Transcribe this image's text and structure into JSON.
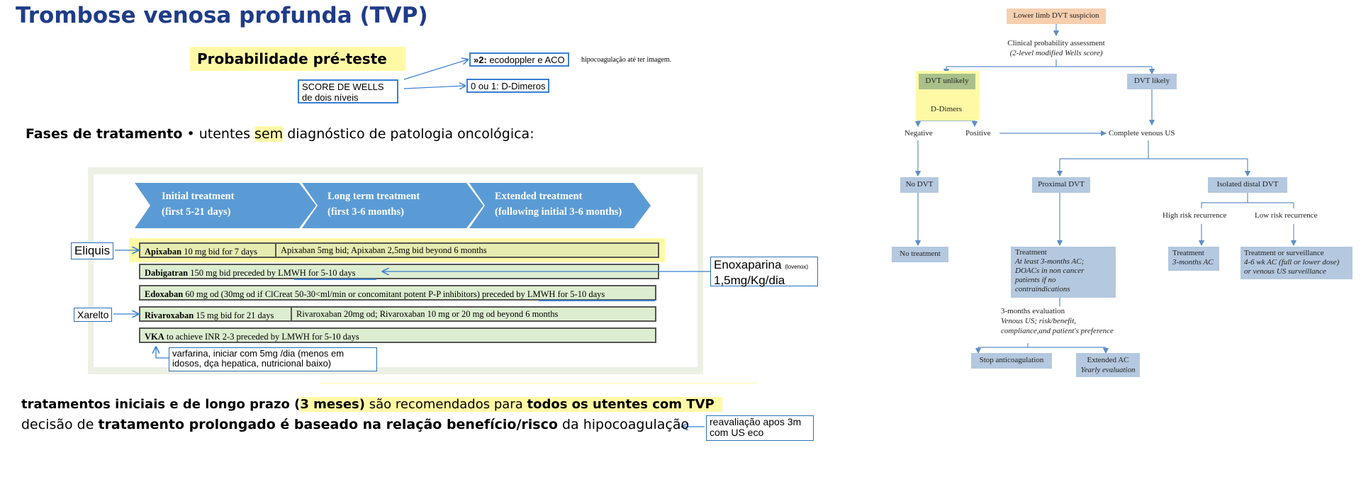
{
  "slide": {
    "title": "Trombose venosa profunda (TVP)",
    "pretest_label": "Probabilidade pré-teste",
    "score_box": "SCORE DE WELLS de dois níveis",
    "score_gt2_bold": "»2:",
    "score_gt2_rest": " ecodoppler e ACO",
    "score_gt2_note": "hipocoagulação até ter imagem.",
    "score_01": "0 ou 1: D-Dimeros",
    "fases_bold": "Fases de tratamento",
    "fases_bullet": " • ",
    "fases_pre": "utentes ",
    "fases_hl": "sem",
    "fases_post": " diagnóstico de patologia oncológica:"
  },
  "phases": [
    {
      "line1": "Initial treatment",
      "line2": "(first 5-21 days)"
    },
    {
      "line1": "Long term treatment",
      "line2": "(first 3-6 months)"
    },
    {
      "line1": "Extended treatment",
      "line2": "(following initial 3-6 months)"
    }
  ],
  "rows": {
    "apixaban_drug": "Apixaban",
    "apixaban_init": " 10 mg bid for 7 days",
    "apixaban_long": "Apixaban 5mg bid; Apixaban 2,5mg bid beyond 6 months",
    "dabi_drug": "Dabigatran",
    "dabi_text": " 150 mg bid preceded by LMWH for 5-10 days",
    "edox_drug": "Edoxaban",
    "edox_text": " 60 mg od (30mg od if ClCreat 50-30<ml/min or concomitant potent P-P inhibitors) preceded by LMWH for 5-10 days",
    "riva_drug": "Rivaroxaban",
    "riva_init": " 15 mg bid for 21 days",
    "riva_long": "Rivaroxaban 20mg od; Rivaroxaban 10 mg  or 20 mg od beyond 6 months",
    "vka_drug": "VKA",
    "vka_text": " to achieve INR 2-3 preceded by LMWH for 5-10 days"
  },
  "annotations": {
    "eliquis": "Eliquis",
    "xarelto": "Xarelto",
    "enox_main": "Enoxaparina ",
    "enox_small": "(lovenox)",
    "enox_dose": "1,5mg/Kg/dia",
    "varfarina": "varfarina, iniciar com 5mg /dia (menos em idosos, dça hepatica, nutricional baixo)",
    "reaval": "reavaliação apos 3m com US eco"
  },
  "bottom": {
    "l1_bold1": "tratamentos iniciais e de longo prazo (",
    "l1_bold2": "3 meses)",
    "l1_mid": " são recomendados para ",
    "l1_bold3": "todos os utentes com TVP",
    "l2_pre": "decisão de ",
    "l2_bold": "tratamento prolongado é baseado na relação benefício/risco",
    "l2_post": " da hipocoagulação"
  },
  "flowchart": {
    "top": "Lower limb DVT suspicion",
    "assess1": "Clinical probability assessment",
    "assess2": "(2-level modified Wells score)",
    "unlikely": "DVT unlikely",
    "likely": "DVT likely",
    "ddimers": "D-Dimers",
    "negative": "Negative",
    "positive": "Positive",
    "complete_us": "Complete venous US",
    "no_dvt": "No DVT",
    "proximal": "Proximal DVT",
    "isolated": "Isolated distal DVT",
    "high_risk": "High risk recurrence",
    "low_risk": "Low risk recurrence",
    "no_treatment": "No treatment",
    "treat_title": "Treatment",
    "treat_lines": [
      "At least 3-months AC;",
      "DOACs in non cancer",
      "patients if no",
      "contraindications"
    ],
    "treat_hr_title": "Treatment",
    "treat_hr_line": "3-months  AC",
    "treat_lr_title": "Treatment or surveillance",
    "treat_lr_lines": [
      "4-6 wk AC (full or lower dose)",
      "or venous US surveillance"
    ],
    "eval_title": "3-months evaluation",
    "eval_lines": [
      "Venous US; risk/benefit,",
      "compliance,and  patient's preference"
    ],
    "stop": "Stop anticoagulation",
    "extended": "Extended AC",
    "yearly": "Yearly evaluation"
  },
  "colors": {
    "title": "#1f3c88",
    "highlight": "#fff9a6",
    "chevron": "#5b9bd5",
    "row_bg": "#ddeed0",
    "fc_box": "#b4c8df",
    "fc_top": "#f6cfae",
    "fc_unlikely": "#a9c08a",
    "link": "#3a7fd0"
  }
}
